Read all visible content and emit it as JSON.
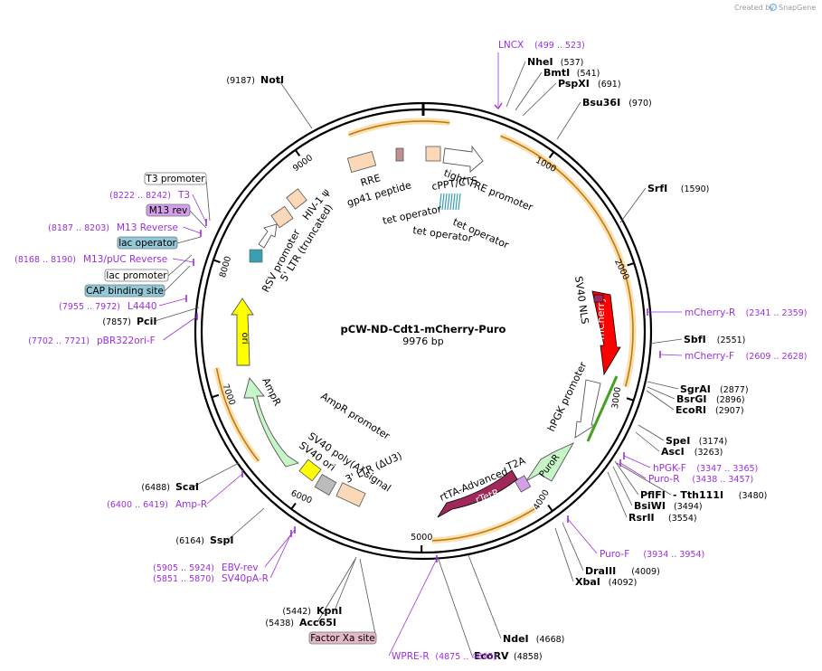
{
  "credit": "Created by",
  "brand": "SnapGene",
  "plasmid": {
    "name": "pCW-ND-Cdt1-mCherry-Puro",
    "size": "9976 bp"
  },
  "ticks": [
    "1000",
    "2000",
    "3000",
    "4000",
    "5000",
    "6000",
    "7000",
    "8000",
    "9000"
  ],
  "enzymes": [
    {
      "name": "NotI",
      "pos": "(9187)"
    },
    {
      "name": "NheI",
      "pos": "(537)"
    },
    {
      "name": "BmtI",
      "pos": "(541)"
    },
    {
      "name": "PspXI",
      "pos": "(691)"
    },
    {
      "name": "Bsu36I",
      "pos": "(970)"
    },
    {
      "name": "SrfI",
      "pos": "(1590)"
    },
    {
      "name": "SbfI",
      "pos": "(2551)"
    },
    {
      "name": "SgrAI",
      "pos": "(2877)"
    },
    {
      "name": "BsrGI",
      "pos": "(2896)"
    },
    {
      "name": "EcoRI",
      "pos": "(2907)"
    },
    {
      "name": "SpeI",
      "pos": "(3174)"
    },
    {
      "name": "AscI",
      "pos": "(3263)"
    },
    {
      "name": "PflFI",
      "pos": ""
    },
    {
      "name": "- Tth111I",
      "pos": "(3480)"
    },
    {
      "name": "BsiWI",
      "pos": "(3494)"
    },
    {
      "name": "RsrII",
      "pos": "(3554)"
    },
    {
      "name": "DraIII",
      "pos": "(4009)"
    },
    {
      "name": "XbaI",
      "pos": "(4092)"
    },
    {
      "name": "NdeI",
      "pos": "(4668)"
    },
    {
      "name": "EcoRV",
      "pos": "(4858)"
    },
    {
      "name": "KpnI",
      "pos": "(5442)"
    },
    {
      "name": "Acc65I",
      "pos": "(5438)"
    },
    {
      "name": "SspI",
      "pos": "(6164)"
    },
    {
      "name": "ScaI",
      "pos": "(6488)"
    },
    {
      "name": "PciI",
      "pos": "(7857)"
    }
  ],
  "primers": [
    {
      "name": "LNCX",
      "pos": "(499 .. 523)"
    },
    {
      "name": "mCherry-R",
      "pos": "(2341 .. 2359)"
    },
    {
      "name": "mCherry-F",
      "pos": "(2609 .. 2628)"
    },
    {
      "name": "hPGK-F",
      "pos": "(3347 .. 3365)"
    },
    {
      "name": "Puro-R",
      "pos": "(3438 .. 3457)"
    },
    {
      "name": "Puro-F",
      "pos": "(3934 .. 3954)"
    },
    {
      "name": "WPRE-R",
      "pos": "(4875 .. 4895)"
    },
    {
      "name": "EBV-rev",
      "pos": "(5905 .. 5924)"
    },
    {
      "name": "SV40pA-R",
      "pos": "(5851 .. 5870)"
    },
    {
      "name": "Amp-R",
      "pos": "(6400 .. 6419)"
    },
    {
      "name": "pBR322ori-F",
      "pos": "(7702 .. 7721)"
    },
    {
      "name": "L4440",
      "pos": "(7955 .. 7972)"
    },
    {
      "name": "M13/pUC Reverse",
      "pos": "(8168 .. 8190)"
    },
    {
      "name": "M13 Reverse",
      "pos": "(8187 .. 8203)"
    },
    {
      "name": "T3",
      "pos": "(8222 .. 8242)"
    }
  ],
  "boxed_labels": [
    {
      "name": "T3 promoter",
      "color": "#ffffff"
    },
    {
      "name": "M13 rev",
      "color": "#d29fe8"
    },
    {
      "name": "lac operator",
      "color": "#92c8d8"
    },
    {
      "name": "lac promoter",
      "color": "#ffffff"
    },
    {
      "name": "CAP binding site",
      "color": "#92c8d8"
    },
    {
      "name": "Factor Xa site",
      "color": "#e3b8c7"
    }
  ],
  "features": [
    "RRE",
    "gp41 peptide",
    "tight TRE promoter",
    "cPPT/CTS",
    "tet operator",
    "tet operator",
    "tet operator",
    "HIV-1 ψ",
    "5' LTR (truncated)",
    "RSV promoter",
    "SV40 NLS",
    "mCherry",
    "hPGK promoter",
    "PuroR",
    "T2A",
    "rtTA-Advanced",
    "rTetR",
    "3' LTR (ΔU3)",
    "SV40 poly(A) signal",
    "SV40 ori",
    "AmpR promoter",
    "AmpR",
    "ori"
  ],
  "colors": {
    "mcherry": "#ff0000",
    "rtetr": "#a0285a",
    "puro": "#c8f5c8",
    "ampr": "#c8f5c8",
    "ori": "#ffff00",
    "ltr": "#fbd9b8",
    "hpgk": "#ffffff",
    "orf": "#f0a030",
    "primer": "#9b30d9"
  }
}
